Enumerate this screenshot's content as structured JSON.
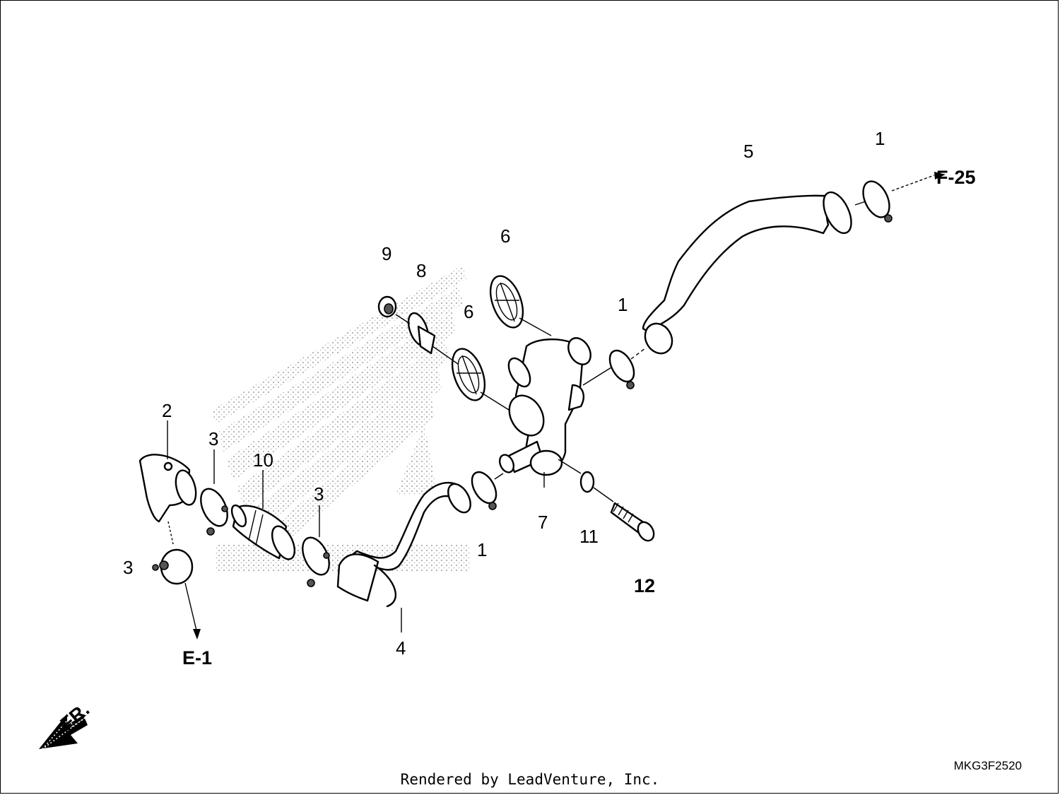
{
  "callouts": {
    "c1_top": "1",
    "c5": "5",
    "c6_top": "6",
    "c9": "9",
    "c8": "8",
    "c6_mid": "6",
    "c1_mid": "1",
    "c2": "2",
    "c3_a": "3",
    "c10": "10",
    "c3_b": "3",
    "c3_c": "3",
    "c1_low": "1",
    "c7": "7",
    "c11": "11",
    "c12": "12",
    "c4": "4"
  },
  "references": {
    "top_right": "F-25",
    "bottom_left": "E-1",
    "direction": "FR."
  },
  "footer": {
    "credit": "Rendered by LeadVenture, Inc.",
    "diagram_code": "MKG3F2520"
  }
}
